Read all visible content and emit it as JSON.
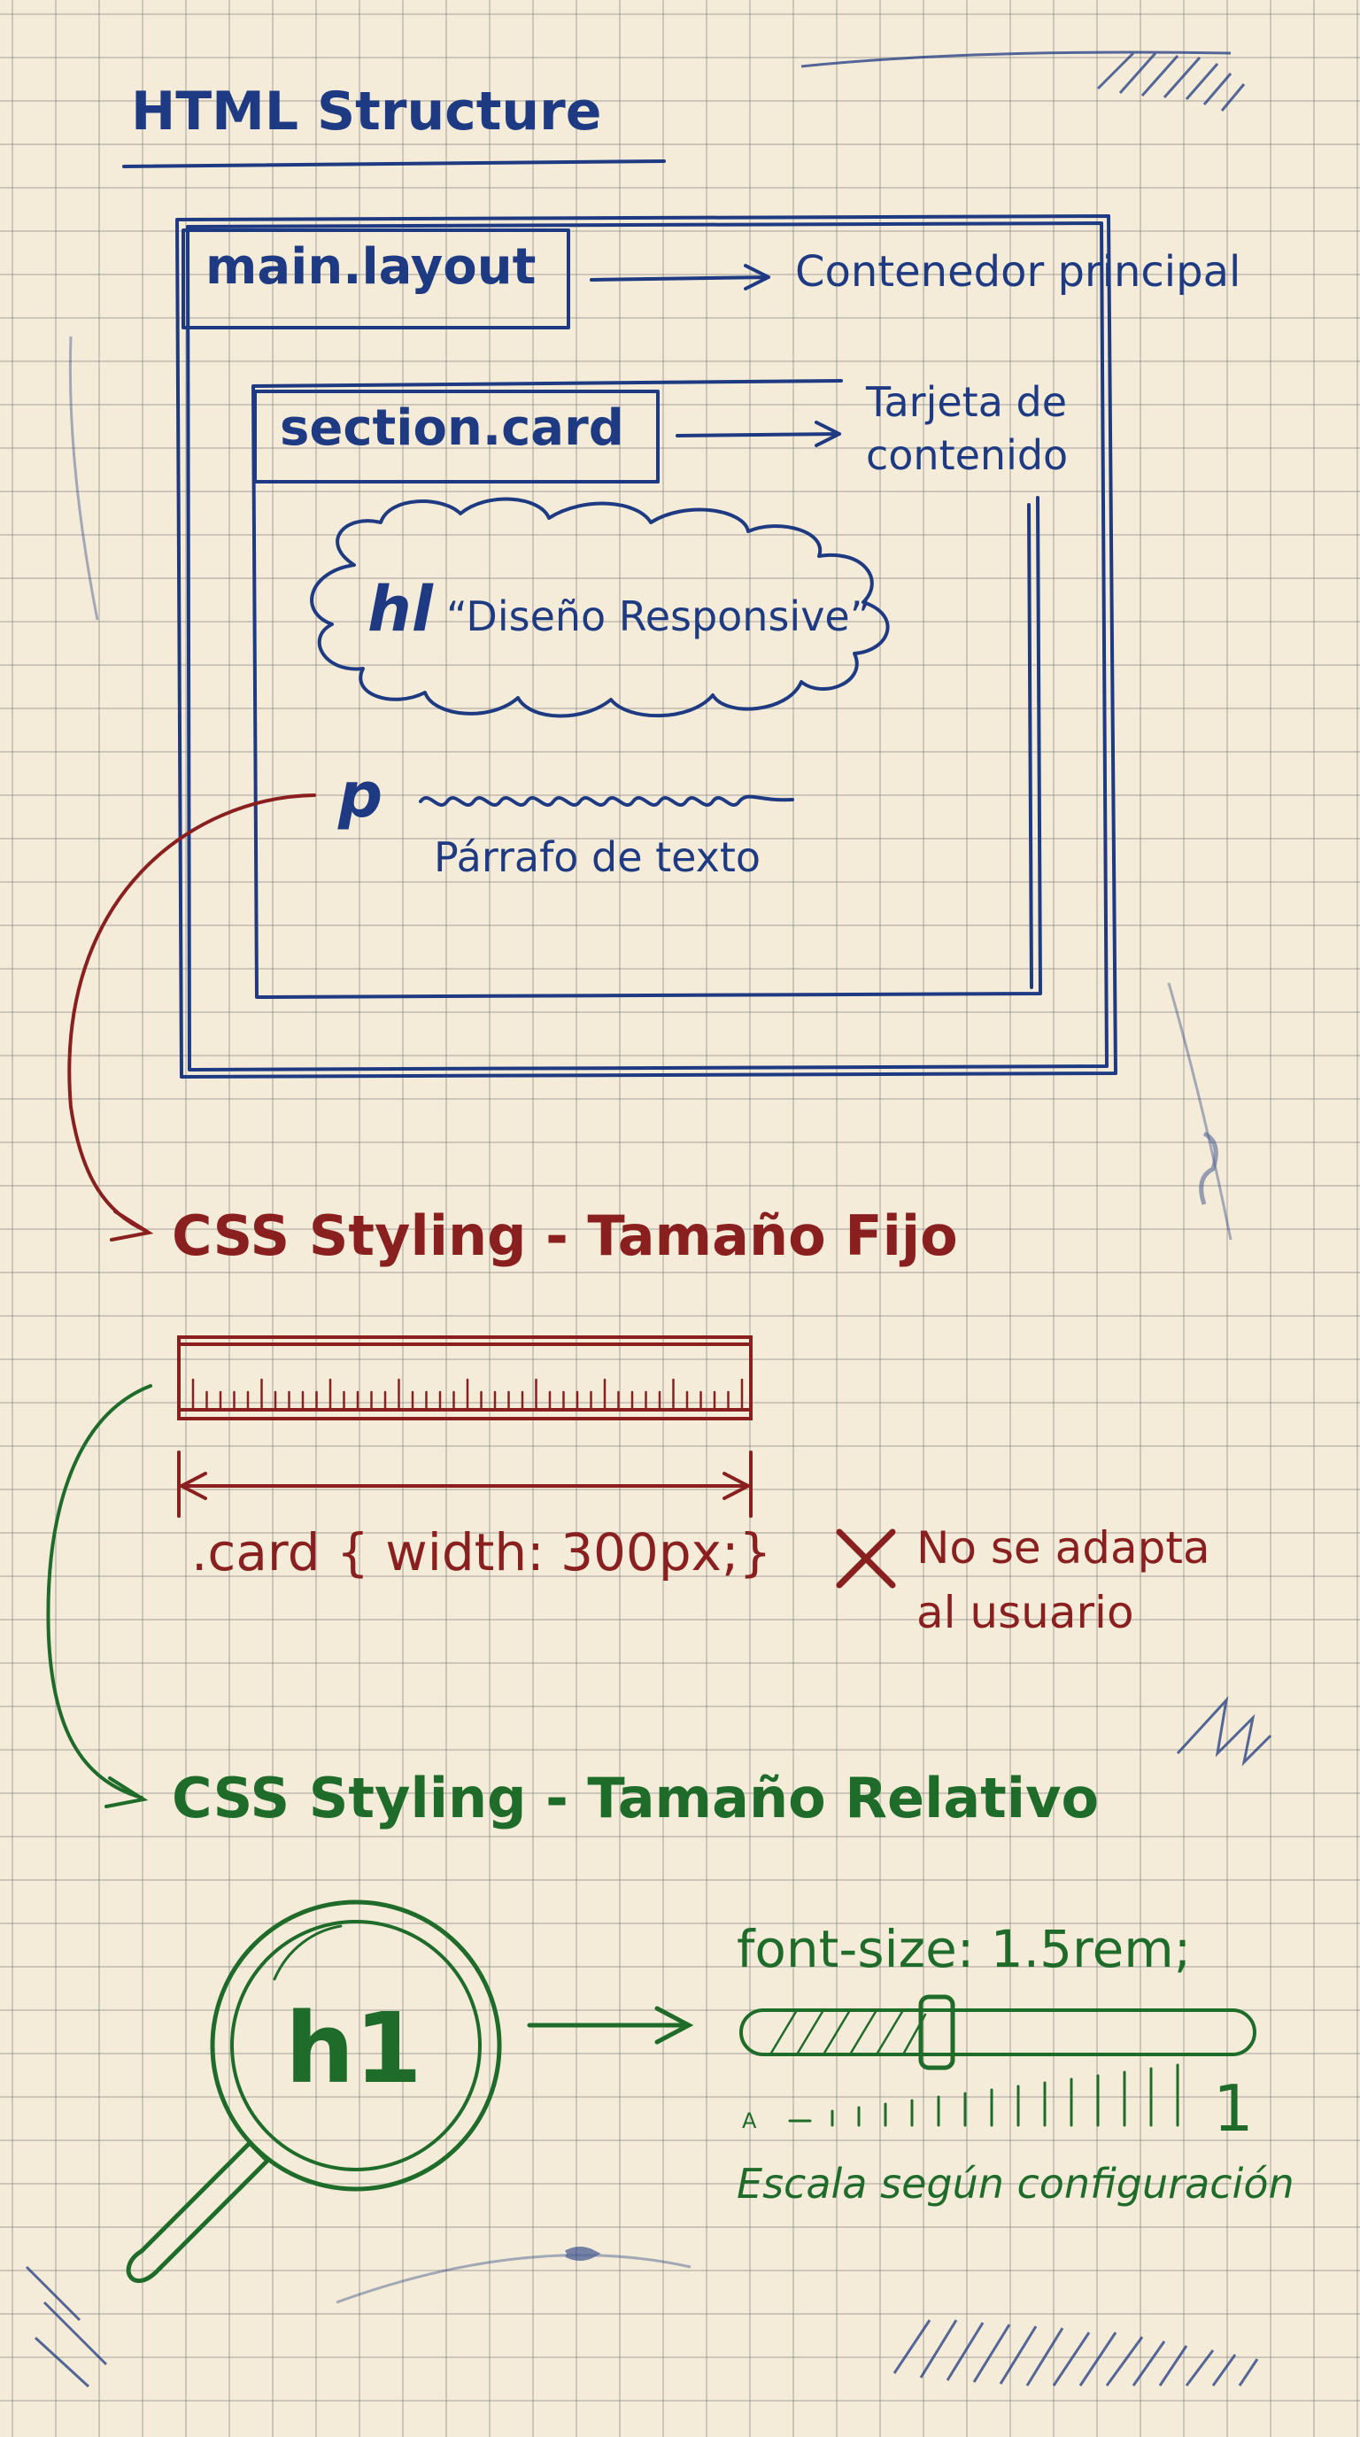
{
  "colors": {
    "paper": "#f4ecd8",
    "blue": "#1e3a82",
    "red": "#8a1f1f",
    "green": "#1f6b2a",
    "grid": "#b0aca0"
  },
  "html_section": {
    "title": "HTML Structure",
    "main_tag": "main.layout",
    "main_desc": "Contenedor principal",
    "section_tag": "section.card",
    "section_desc_line1": "Tarjeta de",
    "section_desc_line2": "contenido",
    "h1_tag": "hl",
    "h1_text": "“Diseño Responsive”",
    "p_tag": "p",
    "p_desc": "Párrafo de texto"
  },
  "fixed_section": {
    "title": "CSS Styling - Tamaño Fijo",
    "code": ".card { width: 300px;}",
    "note_line1": "No se adapta",
    "note_line2": "al usuario"
  },
  "relative_section": {
    "title": "CSS Styling - Tamaño Relativo",
    "h1_label": "h1",
    "code": "font-size: 1.5rem;",
    "scale_small_label": "A",
    "scale_large_label": "1",
    "caption": "Escala según configuración"
  }
}
